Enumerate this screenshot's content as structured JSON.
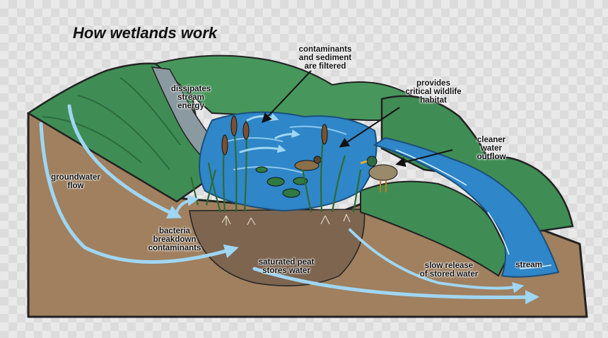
{
  "title": "How wetlands work",
  "labels": {
    "contaminants": "contaminants\nand sediment\nare filtered",
    "dissipates": "dissipates\nstream\nenergy",
    "habitat": "provides\ncritical wildlife\nhabitat",
    "cleaner": "cleaner\nwater\noutflow",
    "groundwater": "groundwater\nflow",
    "bacteria": "bacteria\nbreakdown\ncontaminants",
    "peat": "saturated peat\nstores water",
    "slow_release": "slow release\nof stored water",
    "stream": "stream"
  },
  "colors": {
    "soil": "#a0805f",
    "peat": "#7d6550",
    "grass": "#3f8d54",
    "water": "#2f86c8",
    "flow_arrow": "#9fd6f3"
  }
}
